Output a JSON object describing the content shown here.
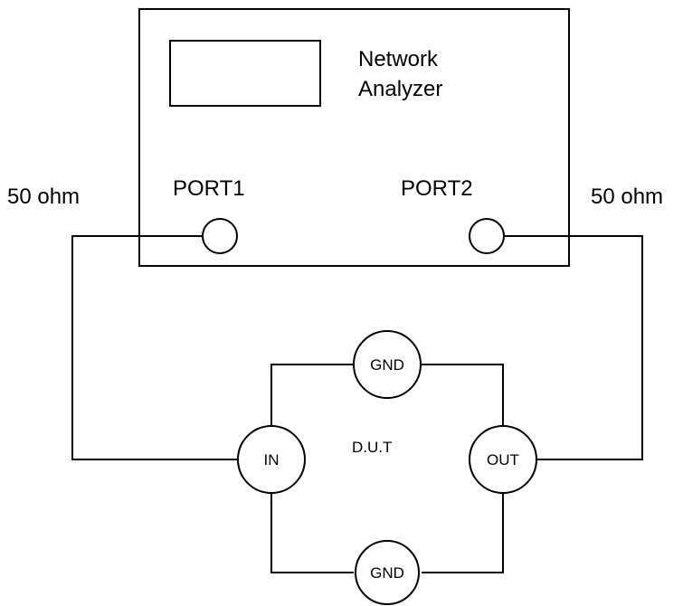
{
  "analyzer": {
    "title_line1": "Network",
    "title_line2": "Analyzer",
    "port1": "PORT1",
    "port2": "PORT2"
  },
  "impedance": {
    "left": "50 ohm",
    "right": "50 ohm"
  },
  "dut": {
    "label": "D.U.T",
    "in": "IN",
    "out": "OUT",
    "gnd_top": "GND",
    "gnd_bottom": "GND"
  }
}
